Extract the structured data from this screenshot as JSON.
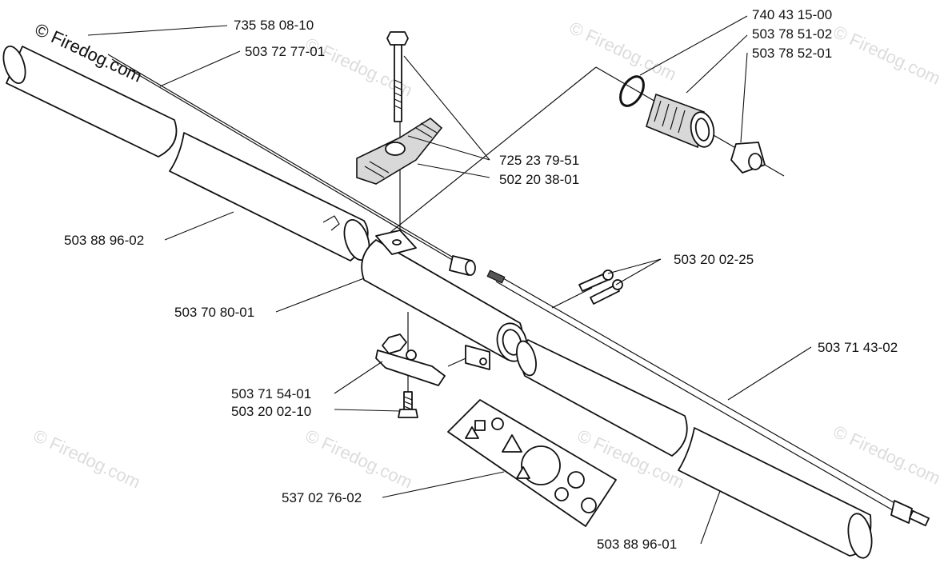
{
  "watermark": {
    "main": "© Firedog.com",
    "faint": "© Firedog.com"
  },
  "parts": [
    {
      "id": "735-58-08-10",
      "number": "735 58 08-10"
    },
    {
      "id": "503-72-77-01",
      "number": "503 72 77-01"
    },
    {
      "id": "740-43-15-00",
      "number": "740 43 15-00"
    },
    {
      "id": "503-78-51-02",
      "number": "503 78 51-02"
    },
    {
      "id": "503-78-52-01",
      "number": "503 78 52-01"
    },
    {
      "id": "725-23-79-51",
      "number": "725 23 79-51"
    },
    {
      "id": "502-20-38-01",
      "number": "502 20 38-01"
    },
    {
      "id": "503-88-96-02",
      "number": "503 88 96-02"
    },
    {
      "id": "503-20-02-25",
      "number": "503 20 02-25"
    },
    {
      "id": "503-70-80-01",
      "number": "503 70 80-01"
    },
    {
      "id": "503-71-43-02",
      "number": "503 71 43-02"
    },
    {
      "id": "503-71-54-01",
      "number": "503 71 54-01"
    },
    {
      "id": "503-20-02-10",
      "number": "503 20 02-10"
    },
    {
      "id": "537-02-76-02",
      "number": "537 02 76-02"
    },
    {
      "id": "503-88-96-01",
      "number": "503 88 96-01"
    }
  ]
}
